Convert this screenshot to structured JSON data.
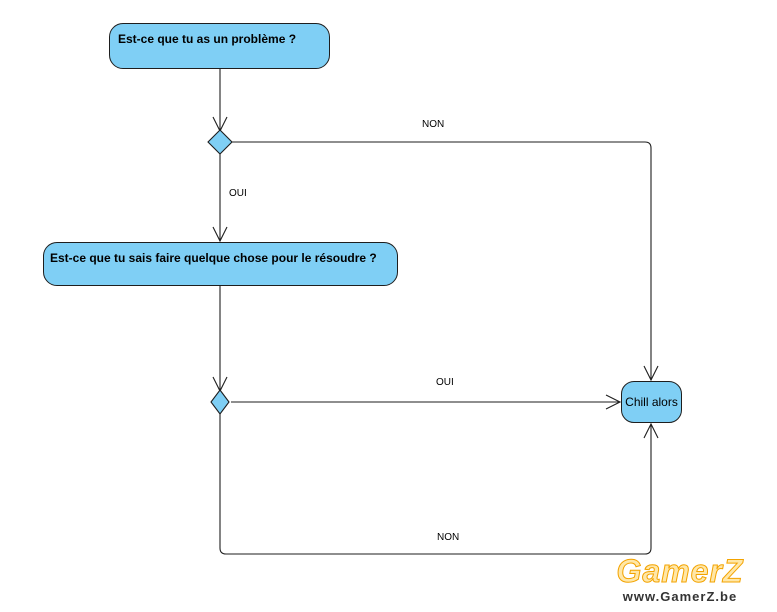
{
  "nodes": {
    "question_problem": "Est-ce que tu as un problème ?",
    "question_solve": "Est-ce que tu sais faire quelque chose pour le résoudre ?",
    "end_state": "Chill alors"
  },
  "edges": {
    "no_problem": "NON",
    "has_problem": "OUI",
    "can_solve": "OUI",
    "cannot_solve": "NON"
  },
  "watermark": {
    "logo": "GamerZ",
    "url": "www.GamerZ.be"
  },
  "colors": {
    "node_fill": "#7fcff5",
    "stroke": "#1e1e1e",
    "watermark_fill": "#ffe7a8",
    "watermark_outline": "#f3a300"
  }
}
